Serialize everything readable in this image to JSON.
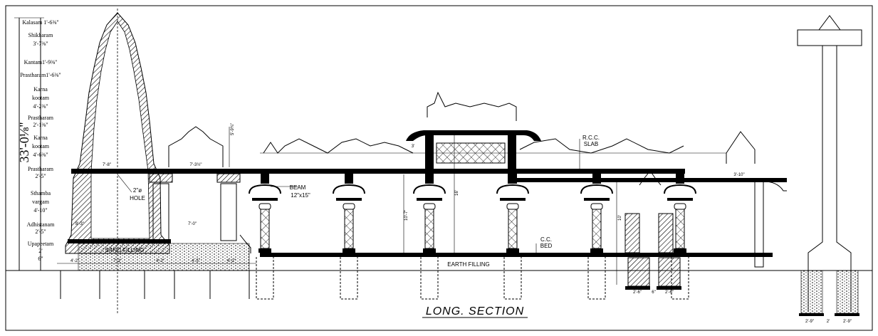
{
  "drawing": {
    "title": "LONG. SECTION",
    "overall_height": "33'-0⅛\"",
    "height_levels": [
      {
        "name": "Kalasam 1'-6⅜\""
      },
      {
        "name": "Shikharam",
        "value": "3'-7⅜\""
      },
      {
        "name": "Kantam1'-9⅜\""
      },
      {
        "name": "Prastharam1'-6⅜\""
      },
      {
        "name": "Karna",
        "name2": "kootam",
        "value": "4'-2⅜\""
      },
      {
        "name": "Prastharam",
        "value": "2'-1⅜\""
      },
      {
        "name": "Karna",
        "name2": "kootam",
        "value": "4'-6⅜\""
      },
      {
        "name": "Prastharam",
        "value": "2'-5\""
      },
      {
        "name": "Sthamba",
        "name2": "vargam",
        "value": "4'-10\""
      },
      {
        "name": "Adhistanam",
        "value": "2'-5\""
      },
      {
        "name": "Upapeetam",
        "value": "2'"
      },
      {
        "name": "",
        "value": "6\""
      }
    ],
    "labels": {
      "hole": "2\"ø",
      "hole2": "HOLE",
      "beam": "BEAM",
      "beam_size": "12\"x15\"",
      "rcc": "R.C.C.",
      "slab": "SLAB",
      "cc": "C.C.",
      "bed": "BED",
      "earth_filling": "EARTH FILLING",
      "sand_filling": "SAND   FILLING"
    },
    "dimensions": {
      "tower_width": "7'-8\"",
      "shrine_width": "7'-3½\"",
      "shrine_roof_height": "5'-9¾\"",
      "base_left": "8'-3\"",
      "inner_span": "7'-0\"",
      "hall_height": "10'-7\"",
      "center_height": "16'",
      "right_height": "10'",
      "gopuram_width": "3'-10\"",
      "canopy_dim": "3'",
      "foot_1": "4'-2\"",
      "foot_2": "7'-1\"",
      "foot_3": "4'-2\"",
      "foot_4": "4'-5\"",
      "foot_5": "4'-2\"",
      "foot_r1": "2'-6\"",
      "foot_r2": "6\"",
      "foot_r3": "2'-6\"",
      "pillar_base_1": "2'-9\"",
      "pillar_base_2": "2'",
      "pillar_base_3": "2'-9\""
    }
  }
}
